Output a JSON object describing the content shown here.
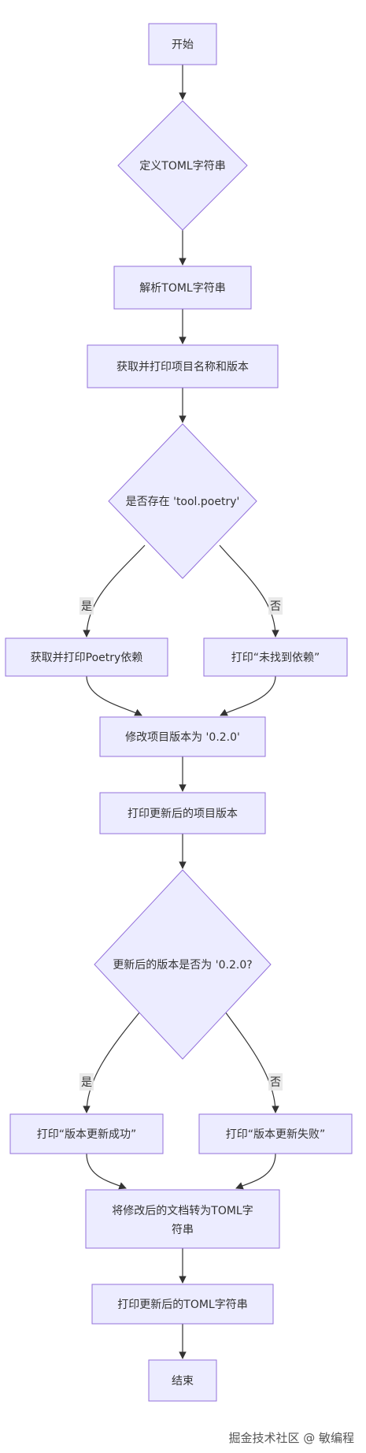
{
  "nodes": {
    "start": "开始",
    "define": "定义TOML字符串",
    "parse": "解析TOML字符串",
    "get_print": "获取并打印项目名称和版本",
    "exists_q": "是否存在 'tool.poetry'",
    "get_poetry": "获取并打印Poetry依赖",
    "not_found": "打印“未找到依赖”",
    "modify": "修改项目版本为 '0.2.0'",
    "print_updated": "打印更新后的项目版本",
    "version_q": "更新后的版本是否为 '0.2.0?",
    "success": "打印“版本更新成功”",
    "fail": "打印“版本更新失败”",
    "convert_line1": "将修改后的文档转为TOML字",
    "convert_line2": "符串",
    "print_toml": "打印更新后的TOML字符串",
    "end": "结束"
  },
  "edge_labels": {
    "yes1": "是",
    "no1": "否",
    "yes2": "是",
    "no2": "否"
  },
  "watermark": "掘金技术社区 @ 敏编程",
  "colors": {
    "node_fill": "#ECECFF",
    "node_stroke": "#9370DB",
    "edge": "#333333",
    "text": "#333333"
  }
}
